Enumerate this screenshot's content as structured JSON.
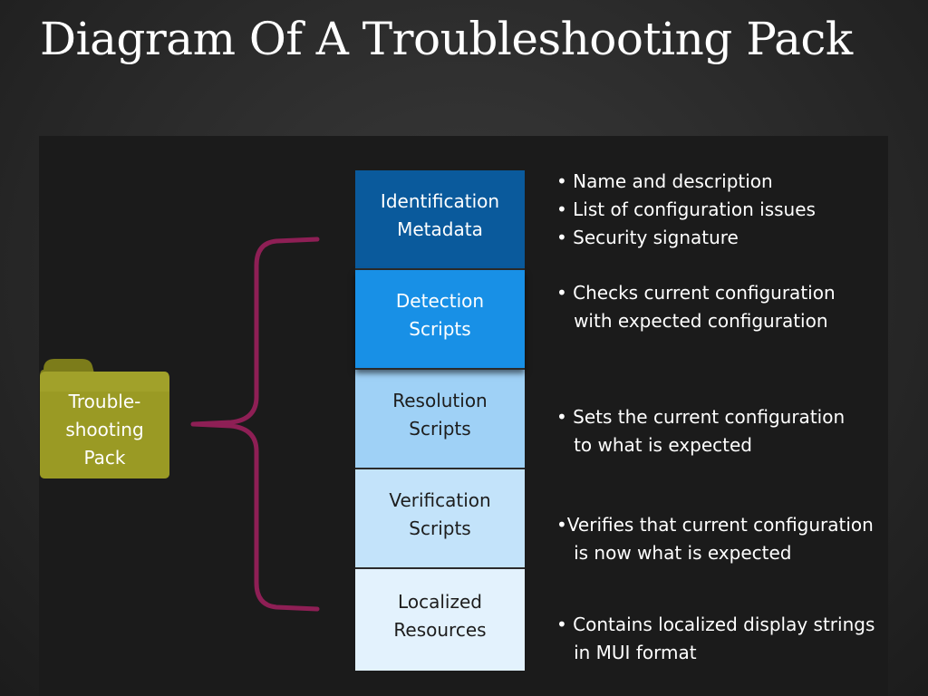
{
  "title": "Diagram Of A Troubleshooting Pack",
  "folder": {
    "label_lines": [
      "Trouble-",
      "shooting",
      "Pack"
    ]
  },
  "blocks": [
    {
      "lines": [
        "Identification",
        "Metadata"
      ]
    },
    {
      "lines": [
        "Detection",
        "Scripts"
      ]
    },
    {
      "lines": [
        "Resolution",
        "Scripts"
      ]
    },
    {
      "lines": [
        "Verification",
        "Scripts"
      ]
    },
    {
      "lines": [
        "Localized",
        "Resources"
      ]
    }
  ],
  "descriptions": [
    "• Name and description\n• List of configuration issues\n• Security signature",
    "• Checks current configuration\n   with expected configuration",
    "• Sets the current configuration\n   to what is expected",
    "•Verifies that current configuration\n   is now what is expected",
    "• Contains localized display strings\n   in MUI format"
  ],
  "colors": {
    "folder": "#9a9a24",
    "brace": "#8e1f55",
    "block_identification": "#0a5a9c",
    "block_detection": "#1890e6",
    "block_resolution": "#9fd1f6",
    "block_verification": "#c3e3fa",
    "block_localized": "#e3f2fd"
  }
}
